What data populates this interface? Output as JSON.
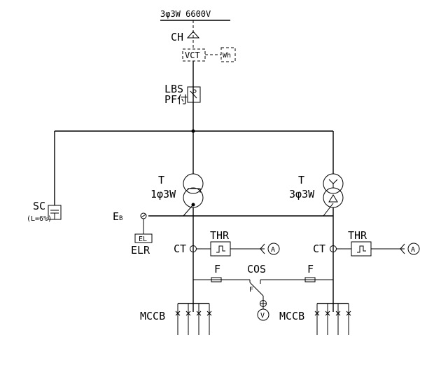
{
  "diagram": {
    "supply": "3φ3W 6600V",
    "ch": "CH",
    "vct": "VCT",
    "wh": "Wh",
    "lbs_line1": "LBS",
    "lbs_line2": "PF付",
    "sc": "SC",
    "sc_note": "(L=6%)",
    "t1_label": "T",
    "t1_phase": "1φ3W",
    "t2_label": "T",
    "t2_phase": "3φ3W",
    "eb": "EB",
    "el": "EL",
    "elr": "ELR",
    "ct1": "CT",
    "ct2": "CT",
    "thr1": "THR",
    "thr2": "THR",
    "ammeter1": "A",
    "ammeter2": "A",
    "fuse1": "F",
    "fuse2": "F",
    "cos": "COS",
    "cos_f": "F",
    "voltmeter": "V",
    "mccb1": "MCCB",
    "mccb2": "MCCB"
  }
}
